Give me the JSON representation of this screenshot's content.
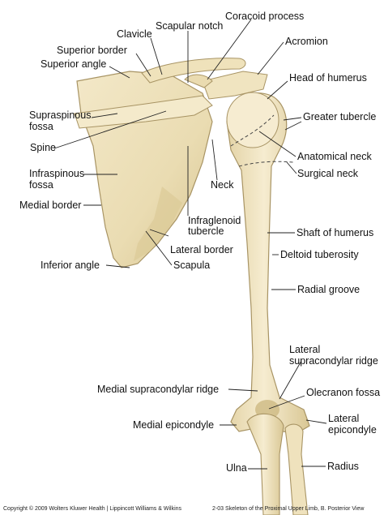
{
  "labels": {
    "clavicle": "Clavicle",
    "scapular_notch": "Scapular notch",
    "coracoid_process": "Coracoid process",
    "superior_border": "Superior border",
    "acromion": "Acromion",
    "superior_angle": "Superior angle",
    "head_of_humerus": "Head of humerus",
    "supraspinous_fossa_1": "Supraspinous",
    "supraspinous_fossa_2": "fossa",
    "greater_tubercle": "Greater tubercle",
    "spine": "Spine",
    "anatomical_neck": "Anatomical neck",
    "surgical_neck": "Surgical neck",
    "infraspinous_fossa_1": "Infraspinous",
    "infraspinous_fossa_2": "fossa",
    "neck": "Neck",
    "medial_border": "Medial border",
    "infraglenoid_tubercle_1": "Infraglenoid",
    "infraglenoid_tubercle_2": "tubercle",
    "shaft_of_humerus": "Shaft of humerus",
    "lateral_border": "Lateral border",
    "deltoid_tuberosity": "Deltoid tuberosity",
    "inferior_angle": "Inferior angle",
    "scapula": "Scapula",
    "radial_groove": "Radial groove",
    "lateral_supracondylar_ridge_1": "Lateral",
    "lateral_supracondylar_ridge_2": "supracondylar ridge",
    "medial_supracondylar_ridge": "Medial supracondylar ridge",
    "olecranon_fossa": "Olecranon fossa",
    "lateral_epicondyle_1": "Lateral",
    "lateral_epicondyle_2": "epicondyle",
    "medial_epicondyle": "Medial epicondyle",
    "ulna": "Ulna",
    "radius": "Radius"
  },
  "footer": {
    "copyright": "Copyright © 2009 Wolters Kluwer Health | Lippincott Williams & Wilkins",
    "caption": "2-03 Skeleton of the Proximal Upper Limb, B. Posterior View"
  },
  "colors": {
    "bone_fill": "#efe3bf",
    "bone_shade": "#d8c89a",
    "bone_outline": "#a89464",
    "leader_line": "#222222"
  }
}
